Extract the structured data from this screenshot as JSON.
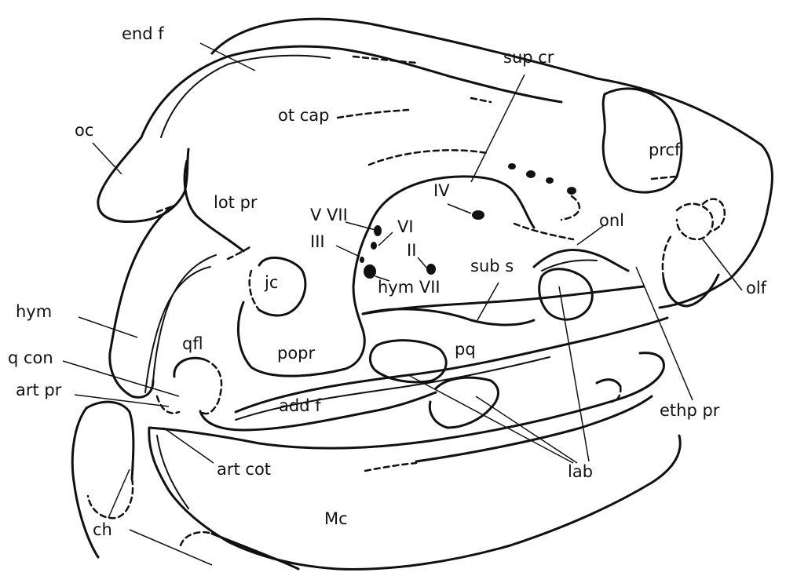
{
  "labels": {
    "end_f": "end f",
    "sup_cr": "sup cr",
    "ot_cap": "ot cap",
    "oc": "oc",
    "prcf": "prcf",
    "lot_pr": "lot pr",
    "iv": "IV",
    "v_vii": "V VII",
    "vi": "VI",
    "onl": "onl",
    "iii": "III",
    "ii": "II",
    "sub_s": "sub s",
    "olf": "olf",
    "jc": "jc",
    "hym_vii": "hym VII",
    "hym": "hym",
    "qfl": "qfl",
    "popr": "popr",
    "pq": "pq",
    "q_con": "q con",
    "art_pr": "art pr",
    "add_f": "add f",
    "ethp_pr": "ethp pr",
    "art_cot": "art cot",
    "lab": "lab",
    "mc": "Mc",
    "ch": "ch"
  }
}
